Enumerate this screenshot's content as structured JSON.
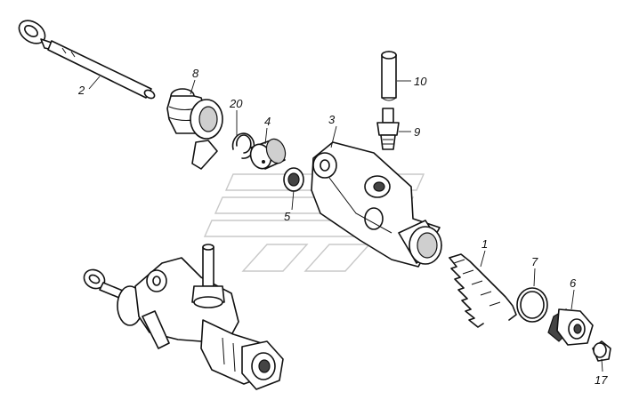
{
  "callouts": {
    "c1": "1",
    "c2": "2",
    "c3": "3",
    "c4": "4",
    "c5": "5",
    "c6": "6",
    "c7": "7",
    "c8": "8",
    "c9": "9",
    "c10": "10",
    "c17": "17",
    "c20": "20"
  },
  "colors": {
    "line": "#111111",
    "background": "#ffffff",
    "watermark": "#c8c8c8"
  }
}
